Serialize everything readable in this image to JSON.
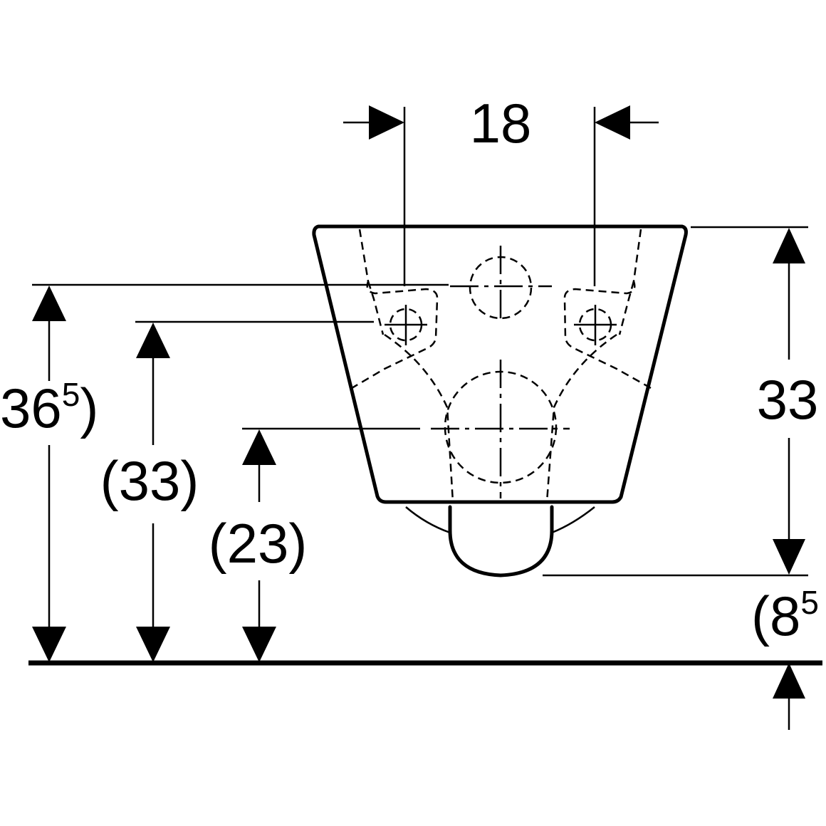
{
  "dimensions": {
    "top_width": "18",
    "right_height": "33",
    "left_outer_main": "36",
    "left_outer_sup": "5",
    "left_outer_close": ")",
    "left_middle": "(33)",
    "left_inner": "(23)",
    "bottom_right_open": "(8",
    "bottom_right_sup": "5"
  }
}
